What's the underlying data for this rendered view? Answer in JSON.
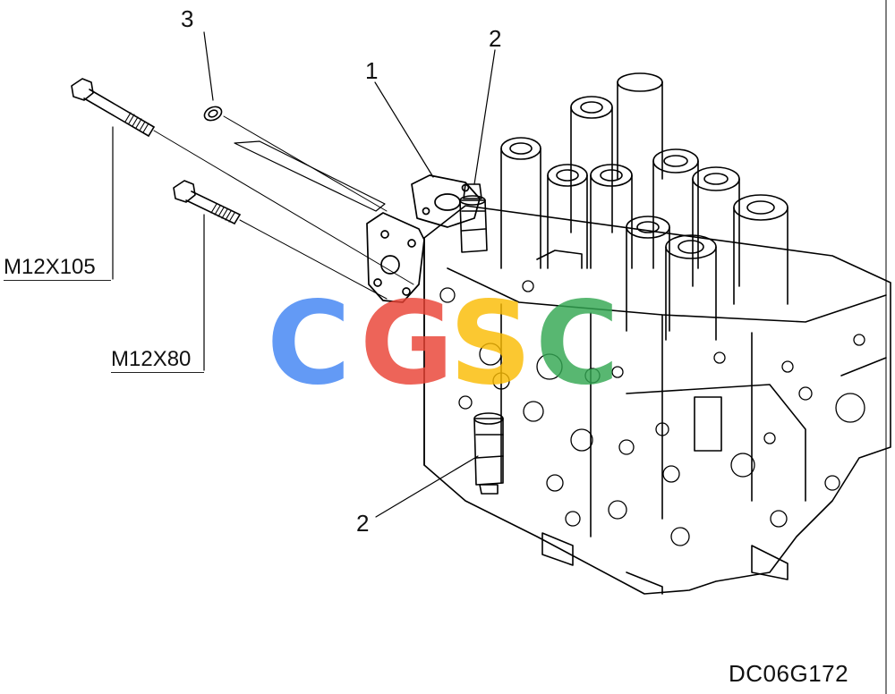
{
  "callouts": [
    {
      "id": "c3",
      "text": "3"
    },
    {
      "id": "c2a",
      "text": "2"
    },
    {
      "id": "c1",
      "text": "1"
    },
    {
      "id": "c2b",
      "text": "2"
    }
  ],
  "bolt_specs": [
    {
      "id": "long",
      "text": "M12X105"
    },
    {
      "id": "short",
      "text": "M12X80"
    }
  ],
  "drawing_code": "DC06G172",
  "watermark": {
    "letters": [
      "C",
      "G",
      "S",
      "C"
    ],
    "colors": [
      "#4285F4",
      "#EA4335",
      "#FBBC05",
      "#34A853"
    ]
  }
}
